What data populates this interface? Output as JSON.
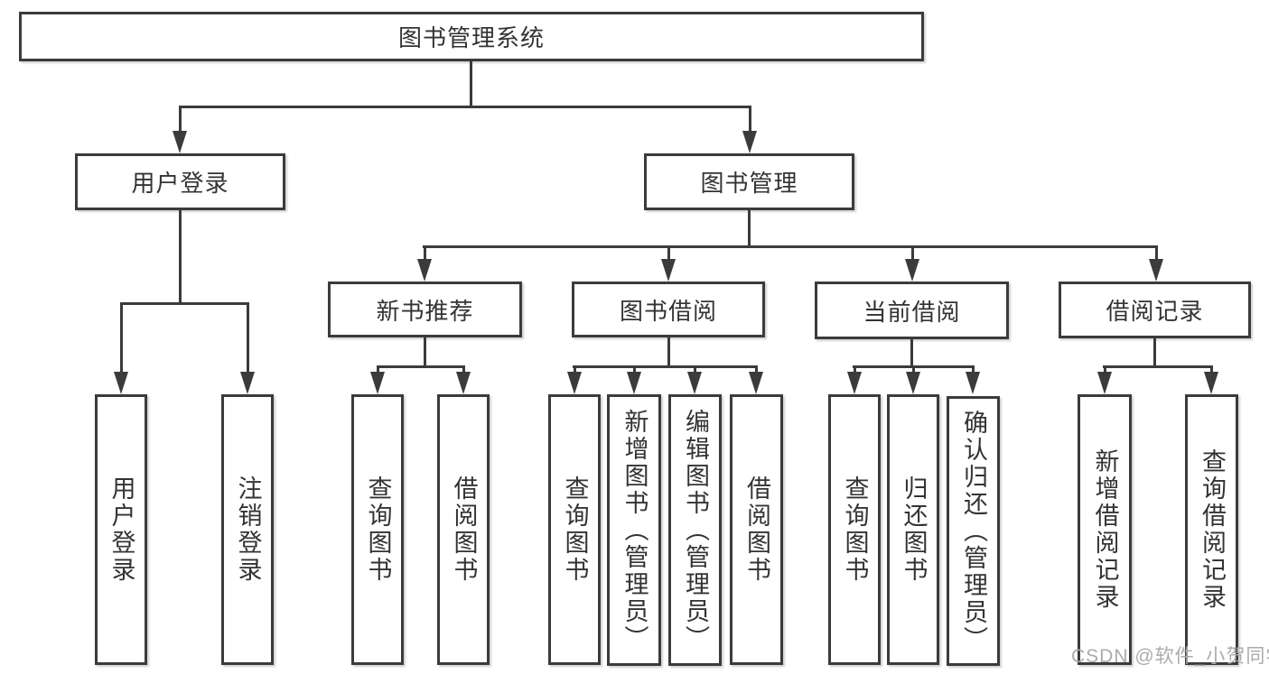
{
  "watermark": "CSDN @软件_小贺同学",
  "colors": {
    "line": "#3b3b3b",
    "text": "#333333",
    "watermark": "#ababab",
    "background": "#ffffff"
  },
  "nodes": {
    "root": "图书管理系统",
    "user_login": "用户登录",
    "book_mgmt": "图书管理",
    "new_book_rec": "新书推荐",
    "book_borrow": "图书借阅",
    "current_borrow": "当前借阅",
    "borrow_records": "借阅记录",
    "user_login_leaf": "用户登录",
    "logout": "注销登录",
    "nb_query": "查询图书",
    "nb_borrow": "借阅图书",
    "bb_query": "查询图书",
    "bb_add": "新增图书（管理员）",
    "bb_edit": "编辑图书（管理员）",
    "bb_borrow": "借阅图书",
    "cb_query": "查询图书",
    "cb_return": "归还图书",
    "cb_confirm": "确认归还（管理员）",
    "br_add": "新增借阅记录",
    "br_query": "查询借阅记录"
  }
}
